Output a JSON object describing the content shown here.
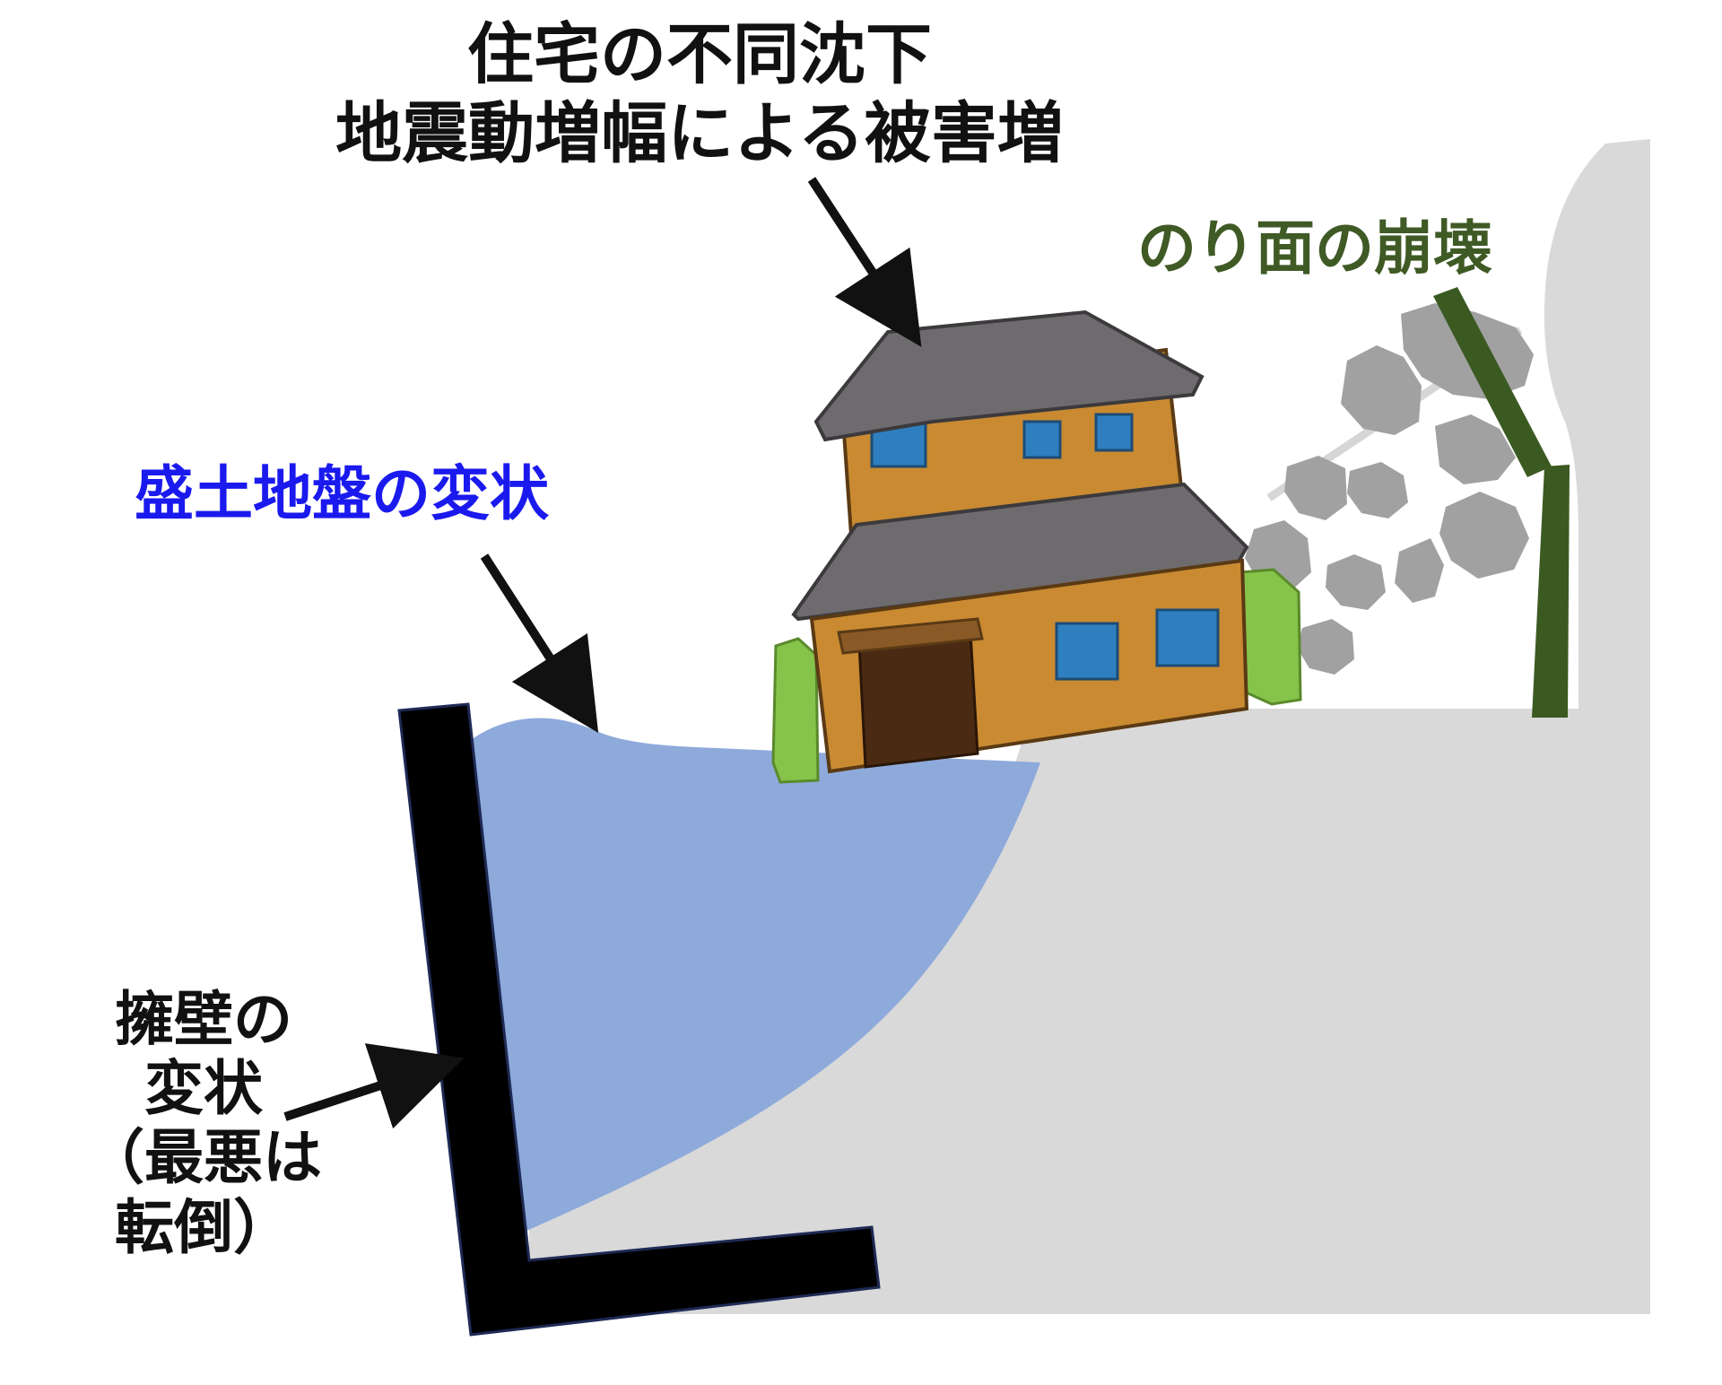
{
  "labels": {
    "house_damage_line1": "住宅の不同沈下",
    "house_damage_line2": "地震動増幅による被害増",
    "fill_ground_deformation": "盛土地盤の変状",
    "slope_failure": "のり面の崩壊",
    "retaining_wall_line1": "擁壁の",
    "retaining_wall_line2": "変状",
    "retaining_wall_line3": "（最悪は",
    "retaining_wall_line4": "転倒）"
  },
  "colors": {
    "text_black": "#111111",
    "fill_label_blue": "#1a1aee",
    "slope_label_green": "#3f5a25",
    "natural_ground_gray": "#d9d9d9",
    "fill_ground_blue": "#8eaadb",
    "retaining_wall_black": "#000000",
    "debris_gray": "#9e9e9e",
    "post_green": "#3b5a22",
    "house_wall_orange": "#c98a32",
    "house_roof_gray": "#6e6b6e",
    "window_blue": "#2f7fc0",
    "bush_green": "#86c34a",
    "door_brown": "#4a2a12"
  }
}
